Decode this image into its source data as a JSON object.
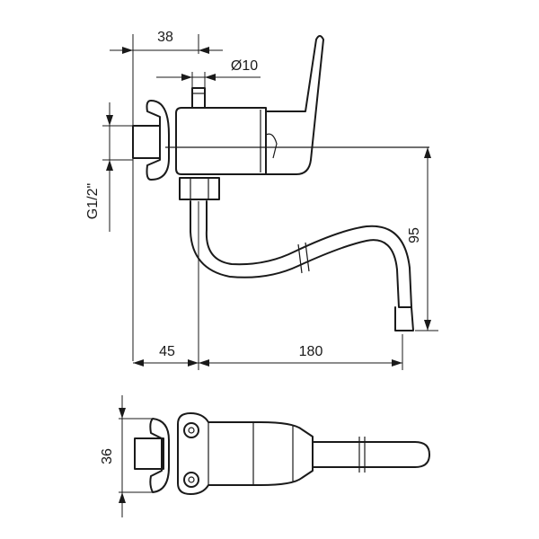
{
  "dimensions": {
    "width_38": "38",
    "pipe_diameter": "Ø10",
    "thread": "G1/2\"",
    "height_95": "95",
    "offset_45": "45",
    "reach_180": "180",
    "plan_width_36": "36"
  }
}
